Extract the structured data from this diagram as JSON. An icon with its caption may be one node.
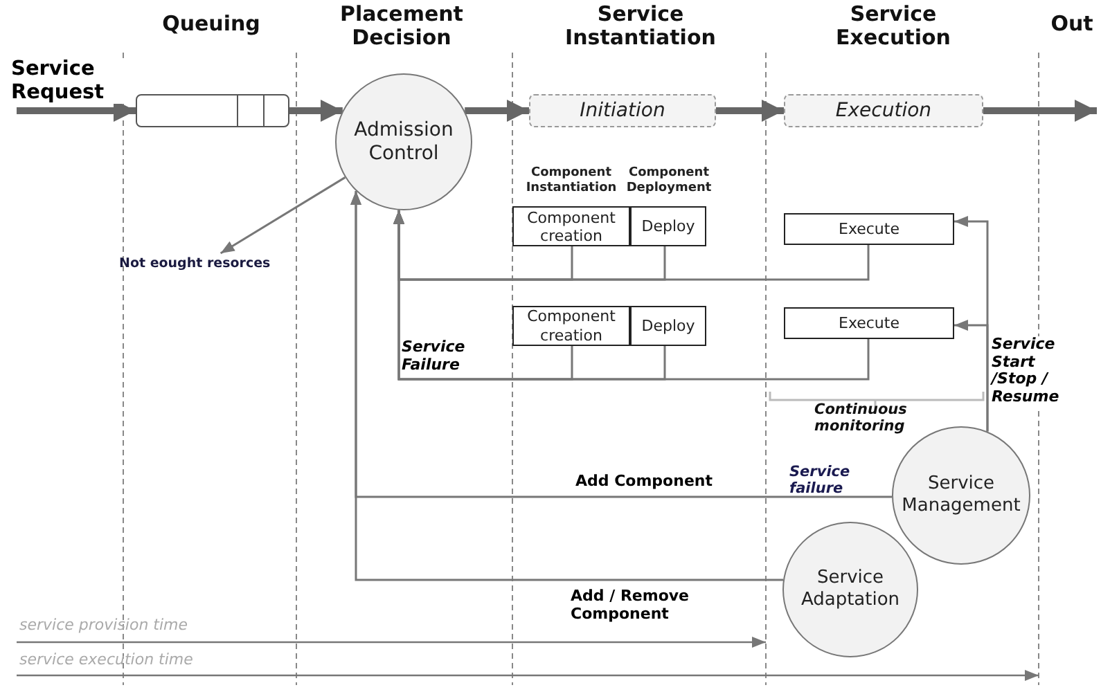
{
  "diagram": {
    "nodes": [
      {
        "text": [],
        "shape": "box"
      },
      {
        "text": [
          "Admission Control"
        ]
      },
      {
        "text": [
          "Initiation"
        ]
      },
      {
        "text": [
          "Execution"
        ]
      },
      {
        "text": [
          "Component Instantiation",
          "Component creation"
        ]
      },
      {
        "text": [
          "Component Deployment",
          "Deploy"
        ]
      },
      {
        "text": [
          "Execute"
        ]
      },
      {
        "text": [
          "Component creation"
        ]
      },
      {
        "text": [
          "Deploy"
        ]
      },
      {
        "text": [
          "Execute"
        ]
      },
      {
        "text": [
          "Service Management"
        ]
      },
      {
        "text": [
          "Service Adaptation"
        ]
      },
      {
        "text": [
          "Not eought resorces"
        ]
      }
    ],
    "edges": [
      {
        "from": null,
        "to": 0,
        "arrow": "to",
        "style": "thick",
        "label": "Service Request"
      },
      {
        "from": 0,
        "to": 1,
        "arrow": "to",
        "style": "thick"
      },
      {
        "from": 1,
        "to": 2,
        "arrow": "to",
        "style": "thick"
      },
      {
        "from": 2,
        "to": 3,
        "arrow": "to",
        "style": "thick"
      },
      {
        "from": 3,
        "to": null,
        "arrow": "to",
        "style": "thick"
      },
      {
        "from": 1,
        "to": 12,
        "arrow": "to"
      },
      {
        "from": 4,
        "to": 1,
        "arrow": "to"
      },
      {
        "from": 5,
        "to": 1,
        "arrow": "to"
      },
      {
        "from": 6,
        "to": 1,
        "arrow": "to"
      },
      {
        "from": 7,
        "to": 1,
        "arrow": "to",
        "label": "Service Failure"
      },
      {
        "from": 8,
        "to": 1,
        "arrow": "to"
      },
      {
        "from": 9,
        "to": 1,
        "arrow": "to"
      },
      {
        "from": 10,
        "to": 6,
        "arrow": "to",
        "label": "Service Start /Stop / Resume"
      },
      {
        "from": 10,
        "to": 9,
        "arrow": "to"
      },
      {
        "from": 10,
        "to": 1,
        "arrow": "to",
        "label": "Add Component"
      },
      {
        "from": 11,
        "to": 1,
        "arrow": "to",
        "label": "Add / Remove Component"
      }
    ],
    "labels": [
      "Queuing",
      "Placement Decision",
      "Service Instantiation",
      "Service Execution",
      "Out",
      "Continuous monitoring",
      "Service failure",
      "service provision time",
      "service execution time"
    ]
  }
}
